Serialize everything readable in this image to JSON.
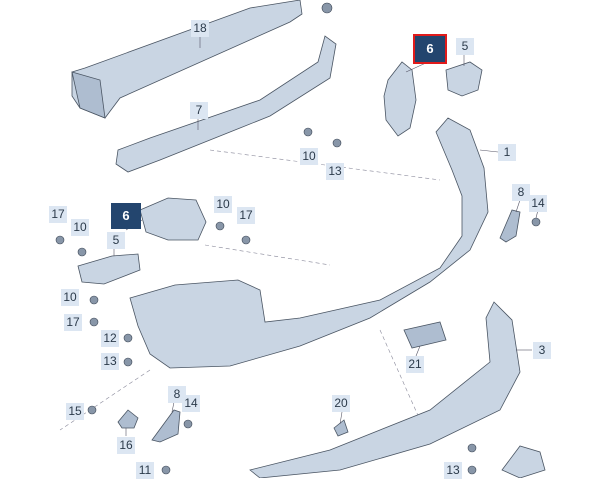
{
  "callouts": {
    "c1": "1",
    "c3": "3",
    "c5a": "5",
    "c5b": "5",
    "c6a": "6",
    "c6b": "6",
    "c7": "7",
    "c8a": "8",
    "c8b": "8",
    "c10a": "10",
    "c10b": "10",
    "c10c": "10",
    "c10d": "10",
    "c11": "11",
    "c12": "12",
    "c13a": "13",
    "c13b": "13",
    "c13c": "13",
    "c14a": "14",
    "c14b": "14",
    "c15": "15",
    "c16": "16",
    "c17a": "17",
    "c17b": "17",
    "c17c": "17",
    "c18": "18",
    "c20": "20",
    "c21": "21"
  },
  "colors": {
    "part_fill": "#c9d5e3",
    "callout_bg": "#dce6f2",
    "highlight_bg": "#23456e",
    "selection_border": "#e11b1b"
  }
}
